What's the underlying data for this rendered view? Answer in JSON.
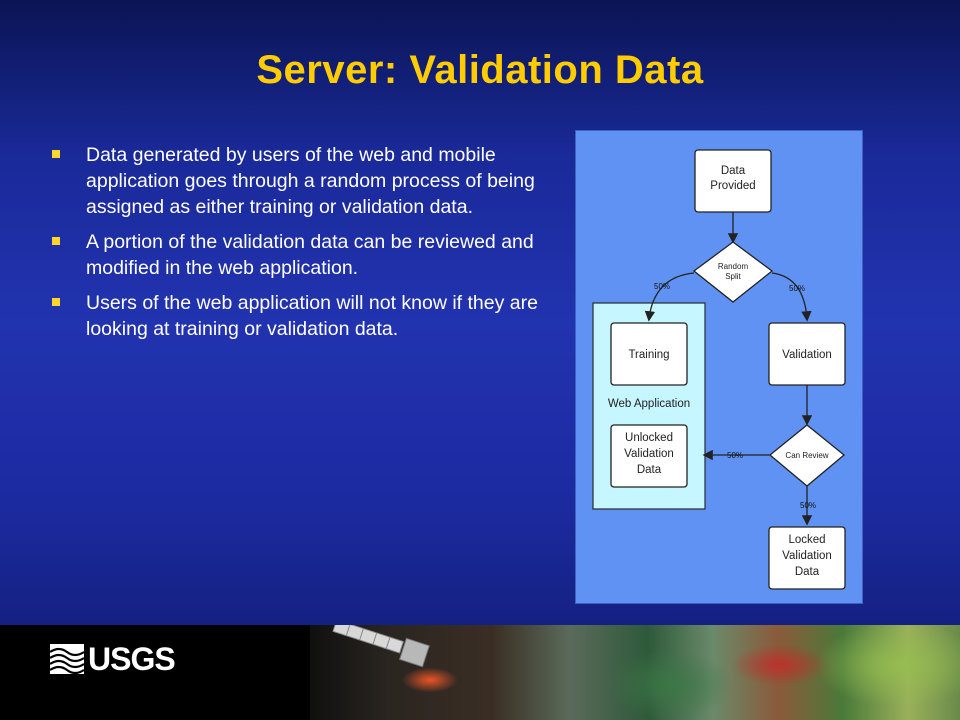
{
  "slide": {
    "title": "Server: Validation Data",
    "bullets": [
      "Data generated by users of the web and mobile application goes through a random process of being assigned as either training or validation data.",
      "A portion of the validation data can be reviewed and modified in the web application.",
      "Users of the web application will not know if they are looking at training or validation data."
    ]
  },
  "diagram": {
    "nodes": {
      "data_provided": [
        "Data",
        "Provided"
      ],
      "random_split": [
        "Random",
        "Split"
      ],
      "training": "Training",
      "validation": "Validation",
      "web_application": "Web Application",
      "unlocked": [
        "Unlocked",
        "Validation",
        "Data"
      ],
      "can_review": "Can Review",
      "locked": [
        "Locked",
        "Validation",
        "Data"
      ]
    },
    "edge_labels": {
      "split_left": "50%",
      "split_right": "50%",
      "review_left": "50%",
      "review_down": "50%"
    },
    "colors": {
      "background": "#5f92f2",
      "web_app_panel": "#c6f6ff",
      "node_fill": "#ffffff"
    }
  },
  "footer": {
    "logo": "USGS",
    "logo_icon": "usgs-wave-icon",
    "decor_icon": "satellite-icon"
  }
}
